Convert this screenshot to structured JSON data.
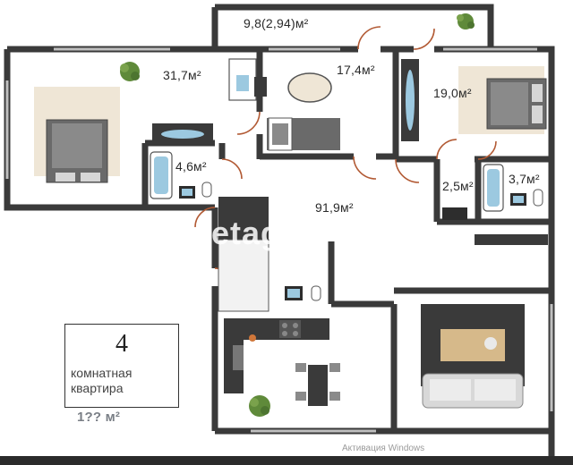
{
  "rooms": [
    {
      "id": "balcony",
      "area": "9,8(2,94)м²"
    },
    {
      "id": "bedroom-left",
      "area": "31,7м²"
    },
    {
      "id": "bedroom-middle",
      "area": "17,4м²"
    },
    {
      "id": "bedroom-right",
      "area": "19,0м²"
    },
    {
      "id": "bathroom-left",
      "area": "4,6м²"
    },
    {
      "id": "wc",
      "area": "2,5м²"
    },
    {
      "id": "bathroom-right",
      "area": "3,7м²"
    },
    {
      "id": "hall",
      "area": "91,9м²"
    }
  ],
  "info": {
    "rooms_count": "4",
    "type": "комнатная квартира",
    "total_area": "1?? м²"
  },
  "watermark": "etagi",
  "os_notice": "Активация Windows",
  "colors": {
    "wall": "#3a3a3a",
    "floor_carpet": "#efe6d6",
    "kitchen": "#3a3a3a",
    "bath_tub": "#9cc9e0",
    "plant": "#5f8a3a",
    "door": "#b25a34"
  }
}
